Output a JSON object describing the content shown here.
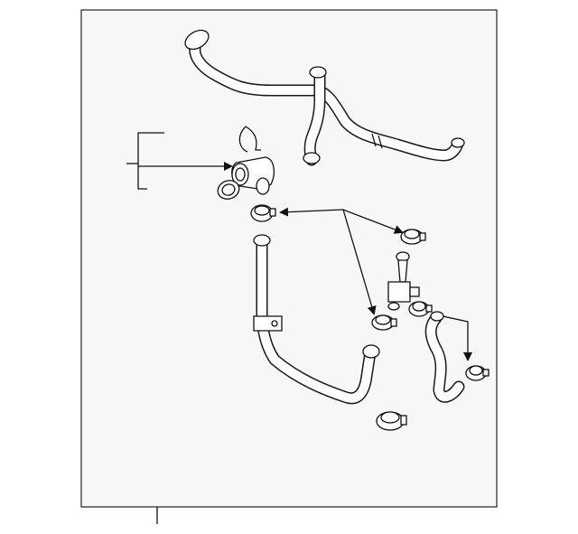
{
  "diagram": {
    "type": "exploded-parts-diagram",
    "callout_labels": [],
    "parts": [
      {
        "name": "upper-coolant-hose"
      },
      {
        "name": "hose-retaining-clip"
      },
      {
        "name": "coolant-outlet-flange"
      },
      {
        "name": "o-ring-seal"
      },
      {
        "name": "hose-clamp"
      },
      {
        "name": "lower-coolant-hose"
      },
      {
        "name": "thermostat-tee-connector"
      },
      {
        "name": "bypass-hose"
      }
    ]
  }
}
